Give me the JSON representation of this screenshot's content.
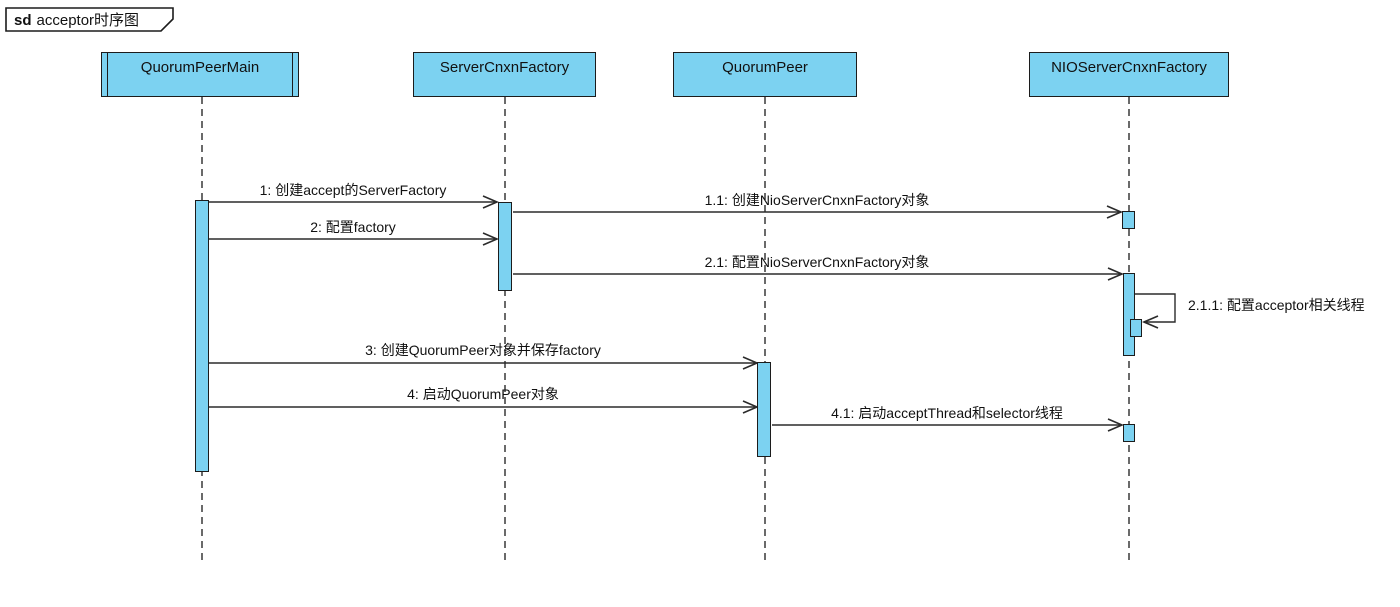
{
  "frame": {
    "keyword": "sd",
    "title": "acceptor时序图"
  },
  "colors": {
    "node-fill": "#7cd2f1",
    "node-border": "#1c1c1c",
    "line": "#2b2b2b",
    "text": "#111111",
    "background": "#ffffff"
  },
  "participants": [
    {
      "name": "QuorumPeerMain",
      "active_object": true
    },
    {
      "name": "ServerCnxnFactory",
      "active_object": false
    },
    {
      "name": "QuorumPeer",
      "active_object": false
    },
    {
      "name": "NIOServerCnxnFactory",
      "active_object": false
    }
  ],
  "messages": [
    {
      "label": "1: 创建accept的ServerFactory",
      "from": "QuorumPeerMain",
      "to": "ServerCnxnFactory",
      "self_message": false
    },
    {
      "label": "1.1: 创建NioServerCnxnFactory对象",
      "from": "ServerCnxnFactory",
      "to": "NIOServerCnxnFactory",
      "self_message": false
    },
    {
      "label": "2: 配置factory",
      "from": "QuorumPeerMain",
      "to": "ServerCnxnFactory",
      "self_message": false
    },
    {
      "label": "2.1: 配置NioServerCnxnFactory对象",
      "from": "ServerCnxnFactory",
      "to": "NIOServerCnxnFactory",
      "self_message": false
    },
    {
      "label": "2.1.1: 配置acceptor相关线程",
      "from": "NIOServerCnxnFactory",
      "to": "NIOServerCnxnFactory",
      "self_message": true
    },
    {
      "label": "3: 创建QuorumPeer对象并保存factory",
      "from": "QuorumPeerMain",
      "to": "QuorumPeer",
      "self_message": false
    },
    {
      "label": "4: 启动QuorumPeer对象",
      "from": "QuorumPeerMain",
      "to": "QuorumPeer",
      "self_message": false
    },
    {
      "label": "4.1: 启动acceptThread和selector线程",
      "from": "QuorumPeer",
      "to": "NIOServerCnxnFactory",
      "self_message": false
    }
  ]
}
